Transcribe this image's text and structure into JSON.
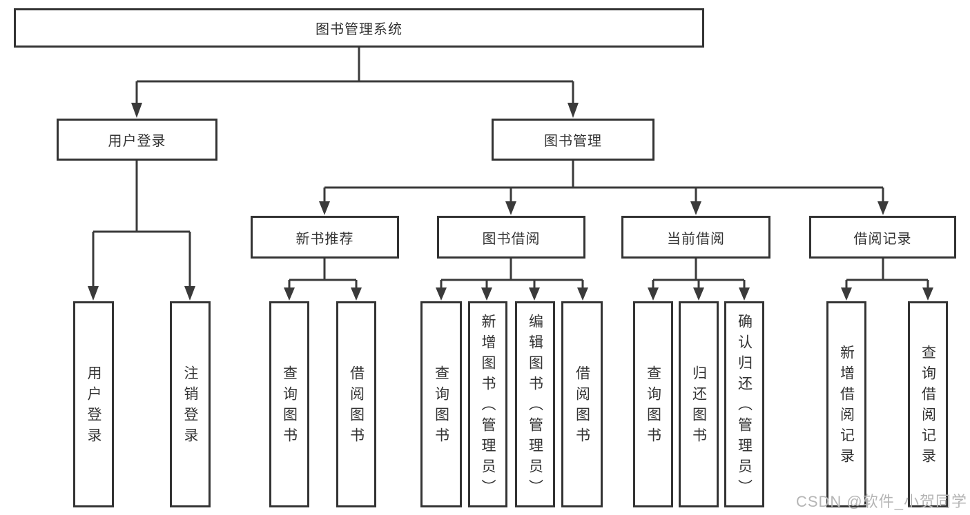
{
  "title": {
    "label": "图书管理系统"
  },
  "branches": {
    "user_login": {
      "label": "用户登录",
      "children": [
        {
          "label": "用户登录"
        },
        {
          "label": "注销登录"
        }
      ]
    },
    "book_mgmt": {
      "label": "图书管理",
      "sections": [
        {
          "label": "新书推荐",
          "children": [
            {
              "label": "查询图书"
            },
            {
              "label": "借阅图书"
            }
          ]
        },
        {
          "label": "图书借阅",
          "children": [
            {
              "label": "查询图书"
            },
            {
              "label": "新增图书（管理员）"
            },
            {
              "label": "编辑图书（管理员）"
            },
            {
              "label": "借阅图书"
            }
          ]
        },
        {
          "label": "当前借阅",
          "children": [
            {
              "label": "查询图书"
            },
            {
              "label": "归还图书"
            },
            {
              "label": "确认归还（管理员）"
            }
          ]
        },
        {
          "label": "借阅记录",
          "children": [
            {
              "label": "新增借阅记录"
            },
            {
              "label": "查询借阅记录"
            }
          ]
        }
      ]
    }
  },
  "watermark": {
    "text": "CSDN @软件_小贺同学"
  },
  "colors": {
    "line": "#3a3a3a",
    "border": "#333333",
    "text": "#333333",
    "watermark_text": "#b5b5b5",
    "background": "#ffffff"
  }
}
